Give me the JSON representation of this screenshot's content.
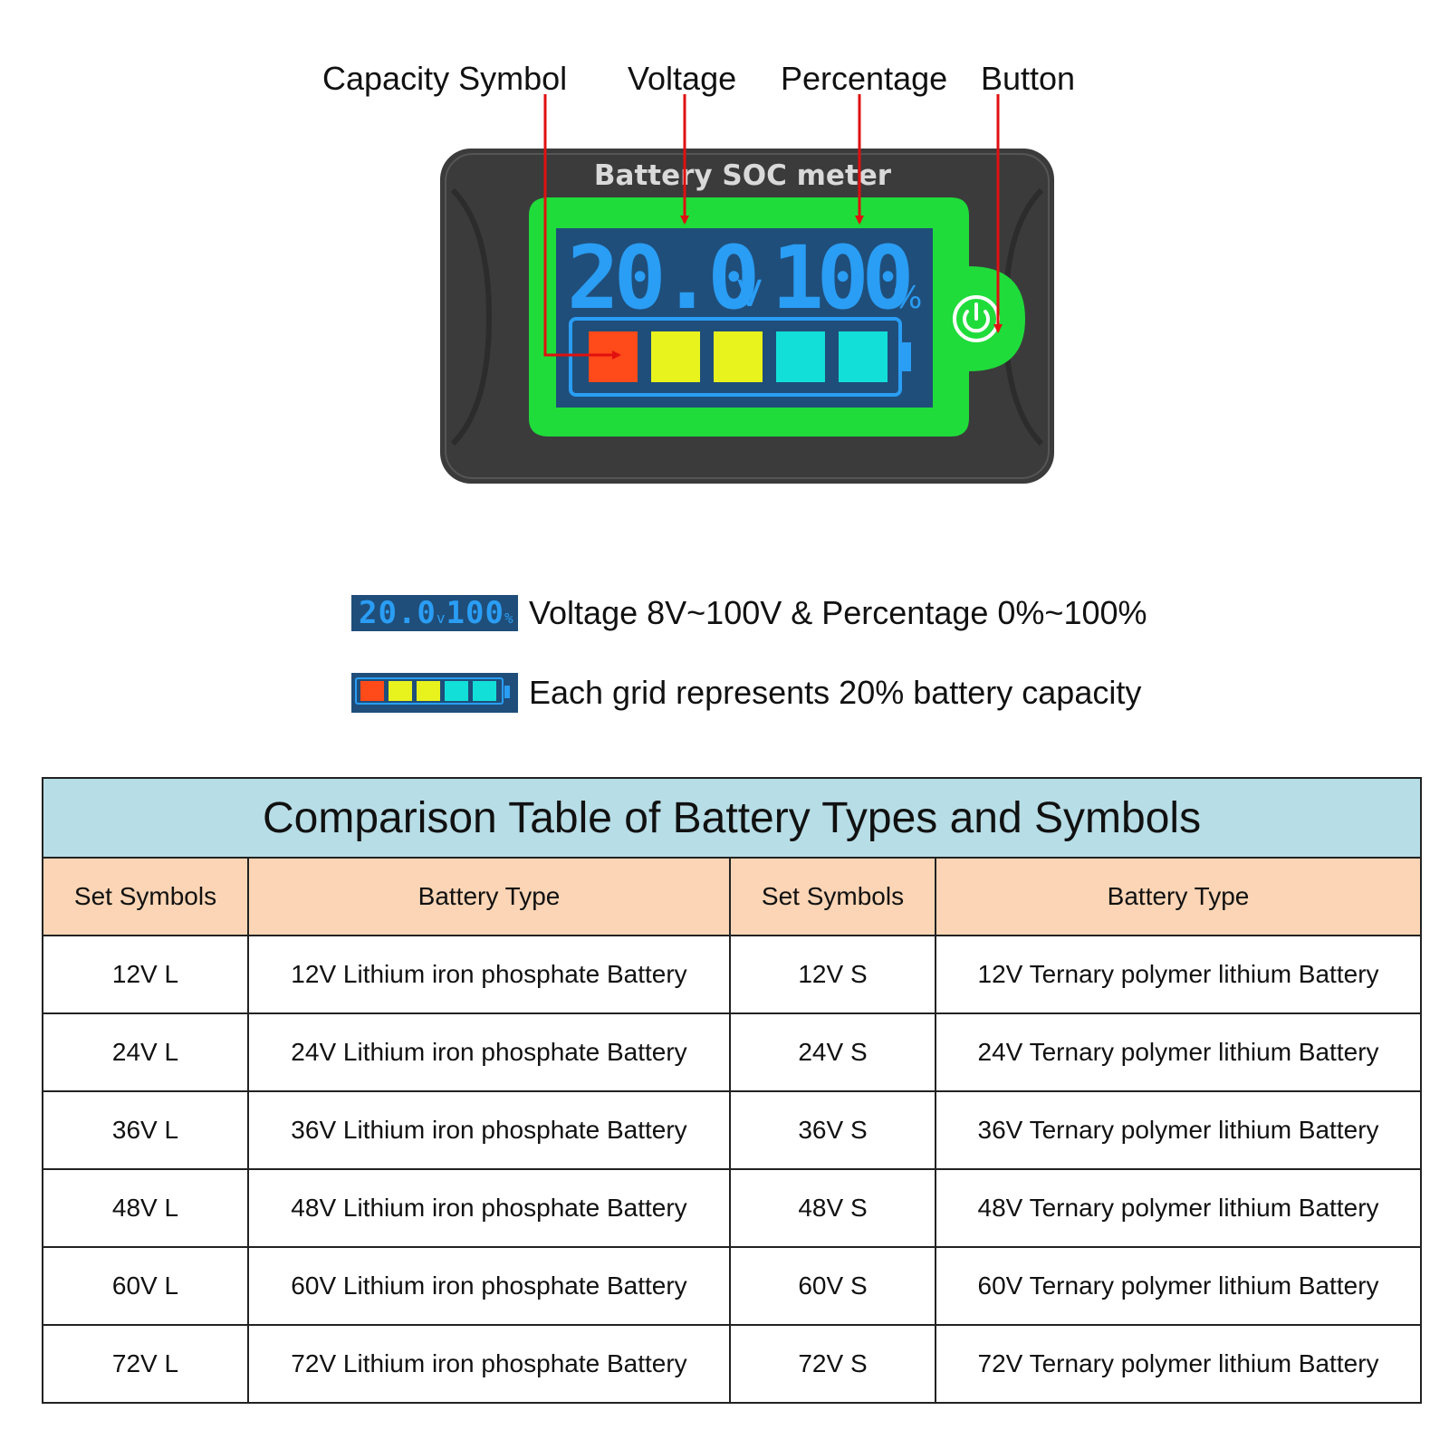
{
  "callouts": {
    "capacity_symbol": "Capacity Symbol",
    "voltage": "Voltage",
    "percentage": "Percentage",
    "button": "Button"
  },
  "meter": {
    "brand": "Battery SOC meter",
    "voltage_value": "20.0",
    "voltage_unit": "V",
    "percentage_value": "100",
    "percentage_unit": "%",
    "power_icon": "power-icon",
    "cells": [
      {
        "color": "#ff4a1a"
      },
      {
        "color": "#e8f21d"
      },
      {
        "color": "#e8f21d"
      },
      {
        "color": "#12dfd8"
      },
      {
        "color": "#12dfd8"
      }
    ],
    "colors": {
      "case": "#3b3b3c",
      "bezel": "#1fdc3a",
      "lcd": "#1f4e7a",
      "digits": "#2a9df4",
      "arrows": "#e01010"
    }
  },
  "legend": {
    "display_text": "Voltage 8V~100V & Percentage  0%~100%",
    "capacity_text": "Each grid represents 20% battery capacity",
    "mini_voltage": "20.0",
    "mini_voltage_unit": "v",
    "mini_percentage": "100",
    "mini_percentage_unit": "%"
  },
  "table": {
    "title": "Comparison Table of Battery Types and Symbols",
    "headers": [
      "Set Symbols",
      "Battery Type",
      "Set Symbols",
      "Battery Type"
    ],
    "rows": [
      [
        "12V L",
        "12V Lithium iron phosphate Battery",
        "12V S",
        "12V Ternary polymer lithium Battery"
      ],
      [
        "24V L",
        "24V Lithium iron phosphate Battery",
        "24V S",
        "24V Ternary polymer lithium Battery"
      ],
      [
        "36V L",
        "36V Lithium iron phosphate Battery",
        "36V S",
        "36V Ternary polymer lithium Battery"
      ],
      [
        "48V L",
        "48V Lithium iron phosphate Battery",
        "48V S",
        "48V Ternary polymer lithium Battery"
      ],
      [
        "60V L",
        "60V Lithium iron phosphate Battery",
        "60V S",
        "60V Ternary polymer lithium Battery"
      ],
      [
        "72V L",
        "72V Lithium iron phosphate Battery",
        "72V S",
        "72V Ternary polymer lithium Battery"
      ]
    ]
  }
}
